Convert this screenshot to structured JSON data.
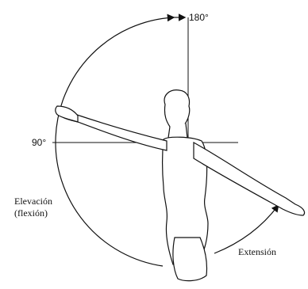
{
  "labels": {
    "angle_top": "180°",
    "angle_side": "90°",
    "elevation_line1": "Elevación",
    "elevation_line2": "(flexión)",
    "extension": "Extensión"
  }
}
